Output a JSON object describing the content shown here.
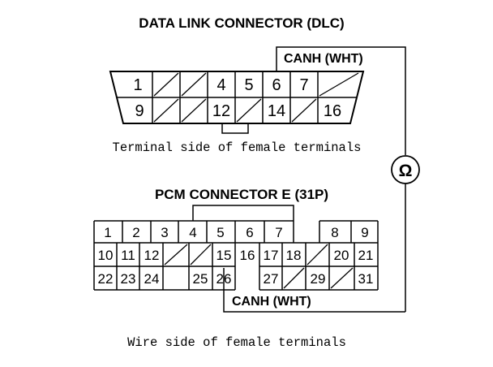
{
  "dlc": {
    "title": "DATA LINK CONNECTOR (DLC)",
    "wire_label": "CANH (WHT)",
    "caption": "Terminal side of female terminals",
    "top_row": [
      "1",
      "",
      "",
      "4",
      "5",
      "6",
      "7",
      ""
    ],
    "bottom_row": [
      "9",
      "",
      "",
      "12",
      "",
      "14",
      "",
      "16"
    ]
  },
  "ohmmeter": {
    "symbol": "Ω"
  },
  "pcm": {
    "title": "PCM CONNECTOR E (31P)",
    "wire_label": "CANH (WHT)",
    "caption": "Wire side of female terminals",
    "row1": [
      "1",
      "2",
      "3",
      "4",
      "5",
      "6",
      "7",
      "8",
      "9"
    ],
    "row2": [
      "10",
      "11",
      "12",
      "",
      "",
      "15",
      "16",
      "17",
      "18",
      "",
      "20",
      "21"
    ],
    "row3": [
      "22",
      "23",
      "24",
      "25",
      "26",
      "27",
      "",
      "29",
      "",
      "31"
    ]
  }
}
